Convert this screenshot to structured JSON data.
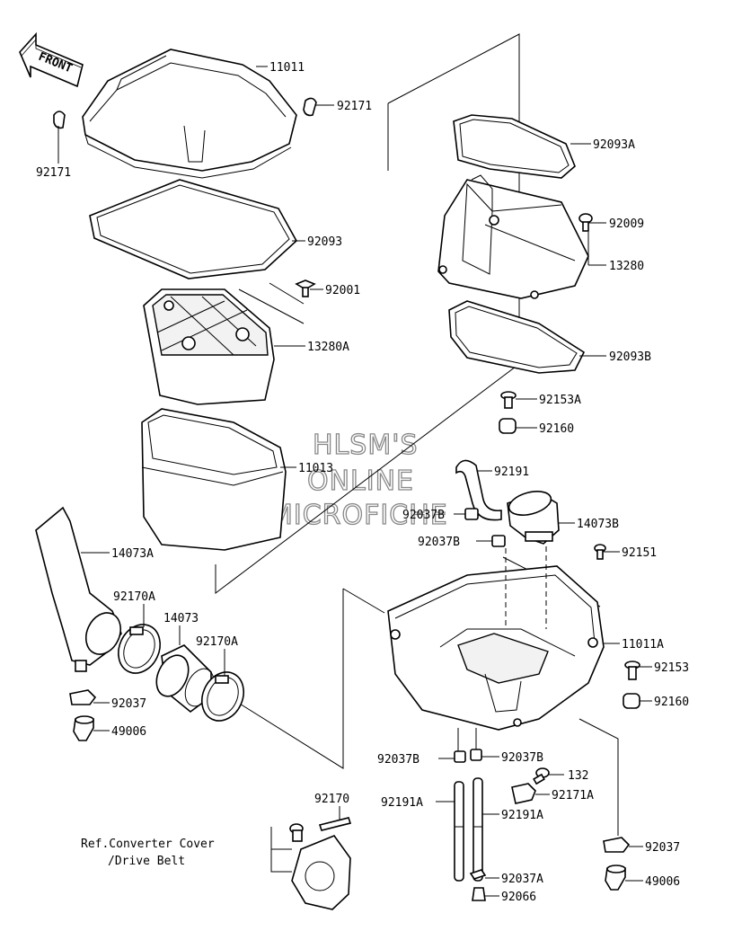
{
  "watermark": {
    "line1": "HLSM'S",
    "line2": "ONLINE",
    "line3": "MICROFICHE"
  },
  "front_arrow": "FRONT",
  "reference_note": {
    "line1": "Ref.Converter Cover",
    "line2": "/Drive Belt"
  },
  "parts": [
    {
      "id": "11011",
      "label": "11011"
    },
    {
      "id": "92171-right",
      "label": "92171"
    },
    {
      "id": "92171-left",
      "label": "92171"
    },
    {
      "id": "92093",
      "label": "92093"
    },
    {
      "id": "92001",
      "label": "92001"
    },
    {
      "id": "13280A",
      "label": "13280A"
    },
    {
      "id": "11013",
      "label": "11013"
    },
    {
      "id": "14073A",
      "label": "14073A"
    },
    {
      "id": "92170A-left",
      "label": "92170A"
    },
    {
      "id": "14073",
      "label": "14073"
    },
    {
      "id": "92170A-right",
      "label": "92170A"
    },
    {
      "id": "92037-left",
      "label": "92037"
    },
    {
      "id": "49006-left",
      "label": "49006"
    },
    {
      "id": "92093A",
      "label": "92093A"
    },
    {
      "id": "92009",
      "label": "92009"
    },
    {
      "id": "13280",
      "label": "13280"
    },
    {
      "id": "92093B",
      "label": "92093B"
    },
    {
      "id": "92153A",
      "label": "92153A"
    },
    {
      "id": "92160-top",
      "label": "92160"
    },
    {
      "id": "92191",
      "label": "92191"
    },
    {
      "id": "92037B-1",
      "label": "92037B"
    },
    {
      "id": "14073B",
      "label": "14073B"
    },
    {
      "id": "92037B-2",
      "label": "92037B"
    },
    {
      "id": "92151",
      "label": "92151"
    },
    {
      "id": "11011A",
      "label": "11011A"
    },
    {
      "id": "92153",
      "label": "92153"
    },
    {
      "id": "92160-bottom",
      "label": "92160"
    },
    {
      "id": "92037B-3",
      "label": "92037B"
    },
    {
      "id": "92037B-4",
      "label": "92037B"
    },
    {
      "id": "132",
      "label": "132"
    },
    {
      "id": "92171A",
      "label": "92171A"
    },
    {
      "id": "92191A-left",
      "label": "92191A"
    },
    {
      "id": "92191A-right",
      "label": "92191A"
    },
    {
      "id": "92170",
      "label": "92170"
    },
    {
      "id": "92037-right",
      "label": "92037"
    },
    {
      "id": "92037A",
      "label": "92037A"
    },
    {
      "id": "49006-right",
      "label": "49006"
    },
    {
      "id": "92066",
      "label": "92066"
    }
  ]
}
